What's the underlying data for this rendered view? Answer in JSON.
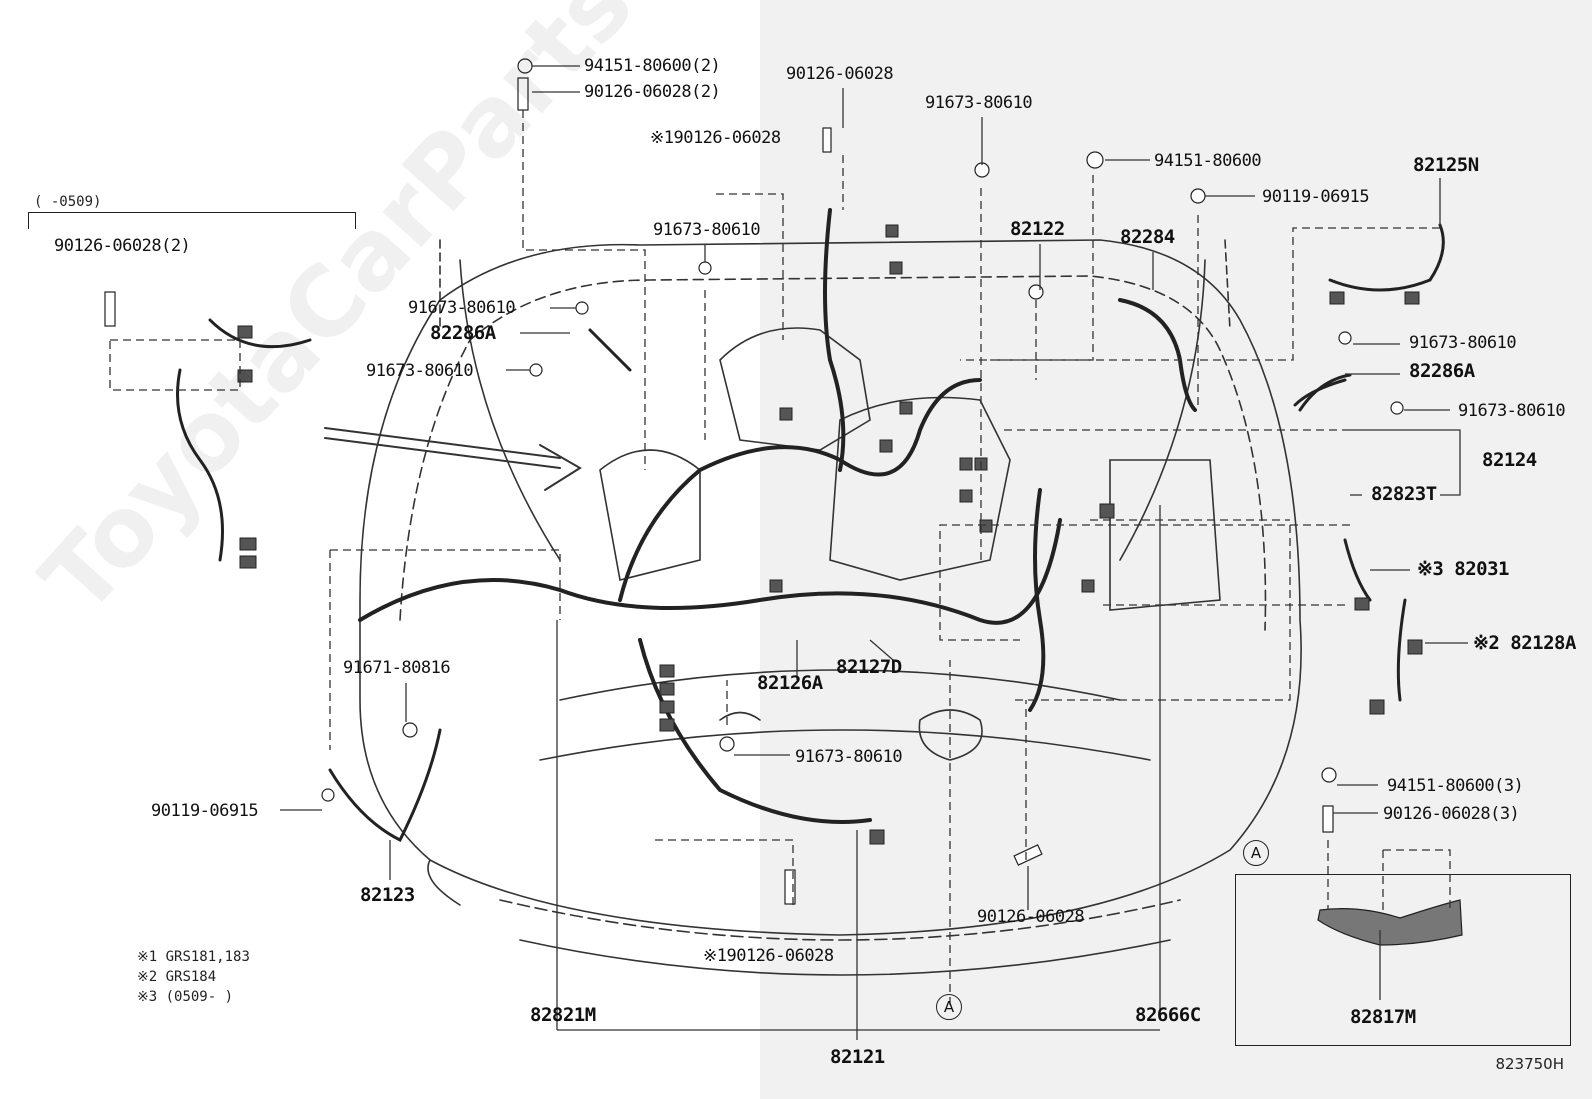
{
  "diagram": {
    "drawing_code": "823750H",
    "watermark": "ToyotaCarPartsWorld.ru",
    "date_range_label": "(     -0509)",
    "circle_marker": "A",
    "notes": [
      "※1 GRS181,183",
      "※2 GRS184",
      "※3 (0509-     )"
    ],
    "parts": [
      {
        "id": "p1",
        "label": "94151-80600(2)"
      },
      {
        "id": "p2",
        "label": "90126-06028(2)"
      },
      {
        "id": "p3",
        "label": "90126-06028"
      },
      {
        "id": "p4",
        "label": "※190126-06028"
      },
      {
        "id": "p5",
        "label": "91673-80610"
      },
      {
        "id": "p6",
        "label": "94151-80600"
      },
      {
        "id": "p7",
        "label": "90119-06915"
      },
      {
        "id": "p8",
        "label": "82125N"
      },
      {
        "id": "p9",
        "label": "90126-06028(2)"
      },
      {
        "id": "p10",
        "label": "91673-80610"
      },
      {
        "id": "p11",
        "label": "82122"
      },
      {
        "id": "p12",
        "label": "82284"
      },
      {
        "id": "p13",
        "label": "91673-80610"
      },
      {
        "id": "p14",
        "label": "82286A"
      },
      {
        "id": "p15",
        "label": "91673-80610"
      },
      {
        "id": "p16",
        "label": "91673-80610"
      },
      {
        "id": "p17",
        "label": "82286A"
      },
      {
        "id": "p18",
        "label": "91673-80610"
      },
      {
        "id": "p19",
        "label": "82124"
      },
      {
        "id": "p20",
        "label": "82823T"
      },
      {
        "id": "p21",
        "label": "※3 82031"
      },
      {
        "id": "p22",
        "label": "※2 82128A"
      },
      {
        "id": "p23",
        "label": "91671-80816"
      },
      {
        "id": "p24",
        "label": "82126A"
      },
      {
        "id": "p25",
        "label": "82127D"
      },
      {
        "id": "p26",
        "label": "91673-80610"
      },
      {
        "id": "p27",
        "label": "90119-06915"
      },
      {
        "id": "p28",
        "label": "94151-80600(3)"
      },
      {
        "id": "p29",
        "label": "90126-06028(3)"
      },
      {
        "id": "p30",
        "label": "82123"
      },
      {
        "id": "p31",
        "label": "90126-06028"
      },
      {
        "id": "p32",
        "label": "※190126-06028"
      },
      {
        "id": "p33",
        "label": "82821M"
      },
      {
        "id": "p34",
        "label": "82666C"
      },
      {
        "id": "p35",
        "label": "82817M"
      },
      {
        "id": "p36",
        "label": "82121"
      }
    ]
  }
}
